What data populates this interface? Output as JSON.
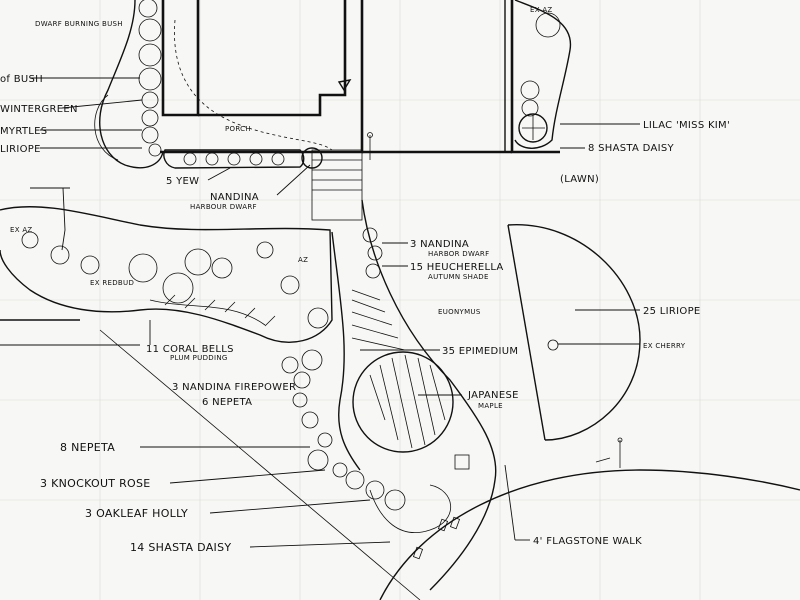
{
  "labels": {
    "dwarf_burning_bush": "DWARF BURNING BUSH",
    "fox_bush": "of BUSH",
    "wintergreen": "WINTERGREEN",
    "myrtles": "MYRTLES",
    "liriope_top": "LIRIOPE",
    "yew": "5 YEW",
    "nandina": "NANDINA",
    "nandina_sub": "HARBOUR DWARF",
    "porch": "PORCH",
    "lilac": "LILAC 'MISS KIM'",
    "shasta_top": "8 SHASTA DAISY",
    "lawn": "(LAWN)",
    "nandina_3": "3 NANDINA",
    "nandina_3_sub": "HARBOR DWARF",
    "heuchera": "15 HEUCHERELLA",
    "heuchera_sub": "AUTUMN SHADE",
    "liriope_25": "25 LIRIOPE",
    "ex_cherry": "EX CHERRY",
    "euonymus": "EUONYMUS",
    "coral_bells": "11 CORAL BELLS",
    "coral_bells_sub": "PLUM PUDDING",
    "epimedium": "35 EPIMEDIUM",
    "nandina_fire": "3 NANDINA FIREPOWER",
    "nepeta_6": "6 NEPETA",
    "japanese_maple": "JAPANESE",
    "japanese_maple_sub": "MAPLE",
    "nepeta_8": "8 NEPETA",
    "knockout": "3 KNOCKOUT ROSE",
    "oakleaf": "3 OAKLEAF HOLLY",
    "shasta_14": "14 SHASTA DAISY",
    "flagstone": "4' FLAGSTONE WALK",
    "ex_az": "EX AZ",
    "ex_az_2": "EX AZ",
    "tree_ex": "EX REDBUD",
    "az_mark": "AZ"
  }
}
